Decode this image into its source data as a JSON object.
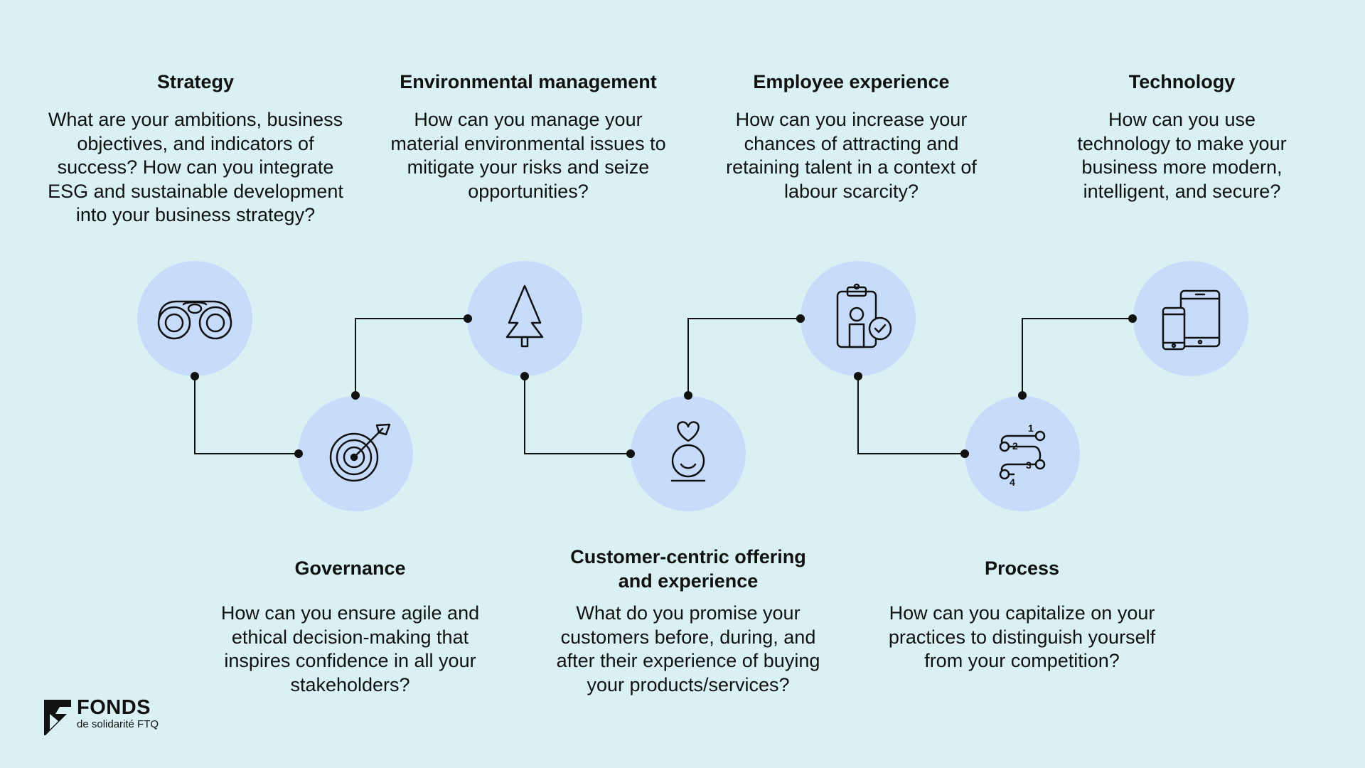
{
  "colors": {
    "background": "#d9f1f3",
    "circle": "#c7dcfb",
    "line": "#111111"
  },
  "steps": [
    {
      "title": "Strategy",
      "description": "What are your ambitions, business objectives, and indicators of success? How can you integrate ESG and sustainable development into your business strategy?",
      "icon": "binoculars-icon"
    },
    {
      "title": "Governance",
      "description": "How can you ensure agile and ethical decision-making that inspires confidence in all your stakeholders?",
      "icon": "target-icon"
    },
    {
      "title": "Environmental management",
      "description": "How can you manage your material environmental issues to mitigate your risks and seize opportunities?",
      "icon": "tree-icon"
    },
    {
      "title": "Customer-centric offering and experience",
      "description": "What do you promise your customers before, during, and after their experience of buying your products/services?",
      "icon": "person-heart-icon"
    },
    {
      "title": "Employee experience",
      "description": "How can you increase your chances of attracting and retaining talent in a context of labour scarcity?",
      "icon": "clipboard-badge-icon"
    },
    {
      "title": "Process",
      "description": "How can you capitalize on your practices to distinguish yourself from your competition?",
      "icon": "numbered-path-icon"
    },
    {
      "title": "Technology",
      "description": "How can you use technology to make your business more modern, intelligent, and secure?",
      "icon": "devices-icon"
    }
  ],
  "process_numbers": [
    "1",
    "2",
    "3",
    "4"
  ],
  "logo": {
    "name": "FONDS",
    "subtitle": "de solidarité FTQ"
  }
}
